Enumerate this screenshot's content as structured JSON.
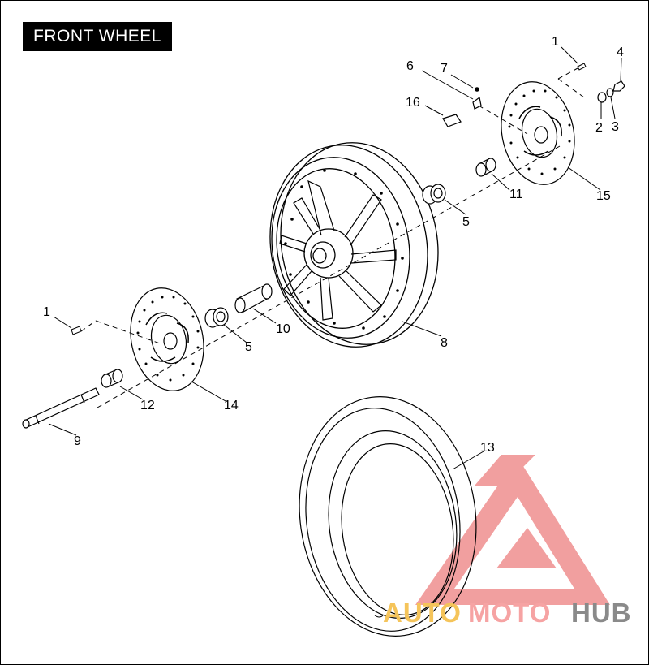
{
  "title": "FRONT WHEEL",
  "callouts": [
    {
      "id": "c1a",
      "label": "1"
    },
    {
      "id": "c4",
      "label": "4"
    },
    {
      "id": "c6",
      "label": "6"
    },
    {
      "id": "c7",
      "label": "7"
    },
    {
      "id": "c16",
      "label": "16"
    },
    {
      "id": "c2",
      "label": "2"
    },
    {
      "id": "c3",
      "label": "3"
    },
    {
      "id": "c11",
      "label": "11"
    },
    {
      "id": "c15",
      "label": "15"
    },
    {
      "id": "c5a",
      "label": "5"
    },
    {
      "id": "c1b",
      "label": "1"
    },
    {
      "id": "c10",
      "label": "10"
    },
    {
      "id": "c5b",
      "label": "5"
    },
    {
      "id": "c8",
      "label": "8"
    },
    {
      "id": "c12",
      "label": "12"
    },
    {
      "id": "c14",
      "label": "14"
    },
    {
      "id": "c9",
      "label": "9"
    },
    {
      "id": "c13",
      "label": "13"
    }
  ],
  "watermark": {
    "part1": "AUTO",
    "part2": "MOTO",
    "part3": "HUB",
    "color1": "#f5c45a",
    "color2": "#f6a3a3",
    "color3": "#8a8a8a",
    "logo_color": "#ef8f8f"
  }
}
